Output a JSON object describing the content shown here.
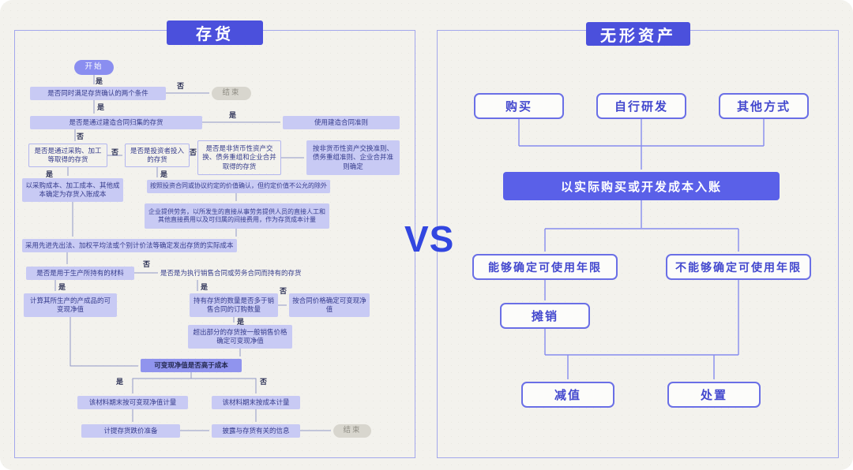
{
  "page": {
    "vs_label": "VS"
  },
  "theme": {
    "accent": "#4b50dc",
    "panel_border": "#a3a7ec",
    "node_fill": "#c8caf4",
    "node_highlight": "#9094ee",
    "solid_box": "#5a60e8",
    "start_oval": "#8a8ef0",
    "end_oval": "#d8d6ce",
    "paper": "#f3f2ed"
  },
  "inventory": {
    "title": "存货",
    "nodes": [
      "开始",
      "是否同时满足存货确认的两个条件",
      "结束",
      "是否是通过建造合同归集的存货",
      "使用建造合同准则",
      "是否是通过采购、加工等取得的存货",
      "是否是投资者投入的存货",
      "是否是非货币性资产交换、债务重组和企业合并取得的存货",
      "按非货币性资产交换准则、债务重组准则、企业合并准则确定",
      "以采购成本、加工成本、其他成本确定为存货入账成本",
      "按照投资合同或协议约定的价值确认，但约定价值不公允的除外",
      "企业提供劳务，以所发生的直接从事劳务提供人员的直接人工和其他直接费用以及可归属的间接费用，作为存货成本计量",
      "采用先进先出法、加权平均法或个别计价法等确定发出存货的实际成本",
      "是否是用于生产所持有的材料",
      "是否是为执行销售合同或劳务合同而持有的存货",
      "计算其所生产的产成品的可变现净值",
      "持有存货的数量是否多于销售合同的订购数量",
      "按合同价格确定可变现净值",
      "超出部分的存货按一般销售价格确定可变现净值",
      "可变现净值是否高于成本",
      "该材料期末按可变现净值计量",
      "该材料期末按成本计量",
      "计提存货跌价准备",
      "披露与存货有关的信息",
      "结束"
    ],
    "edge_labels": [
      "是",
      "否",
      "是",
      "是",
      "否",
      "否",
      "否",
      "是",
      "是",
      "否",
      "是",
      "是",
      "否",
      "是",
      "是",
      "否"
    ]
  },
  "intangible": {
    "title": "无形资产",
    "nodes": [
      "购买",
      "自行研发",
      "其他方式",
      "以实际购买或开发成本入账",
      "能够确定可使用年限",
      "不能够确定可使用年限",
      "摊销",
      "减值",
      "处置"
    ]
  }
}
